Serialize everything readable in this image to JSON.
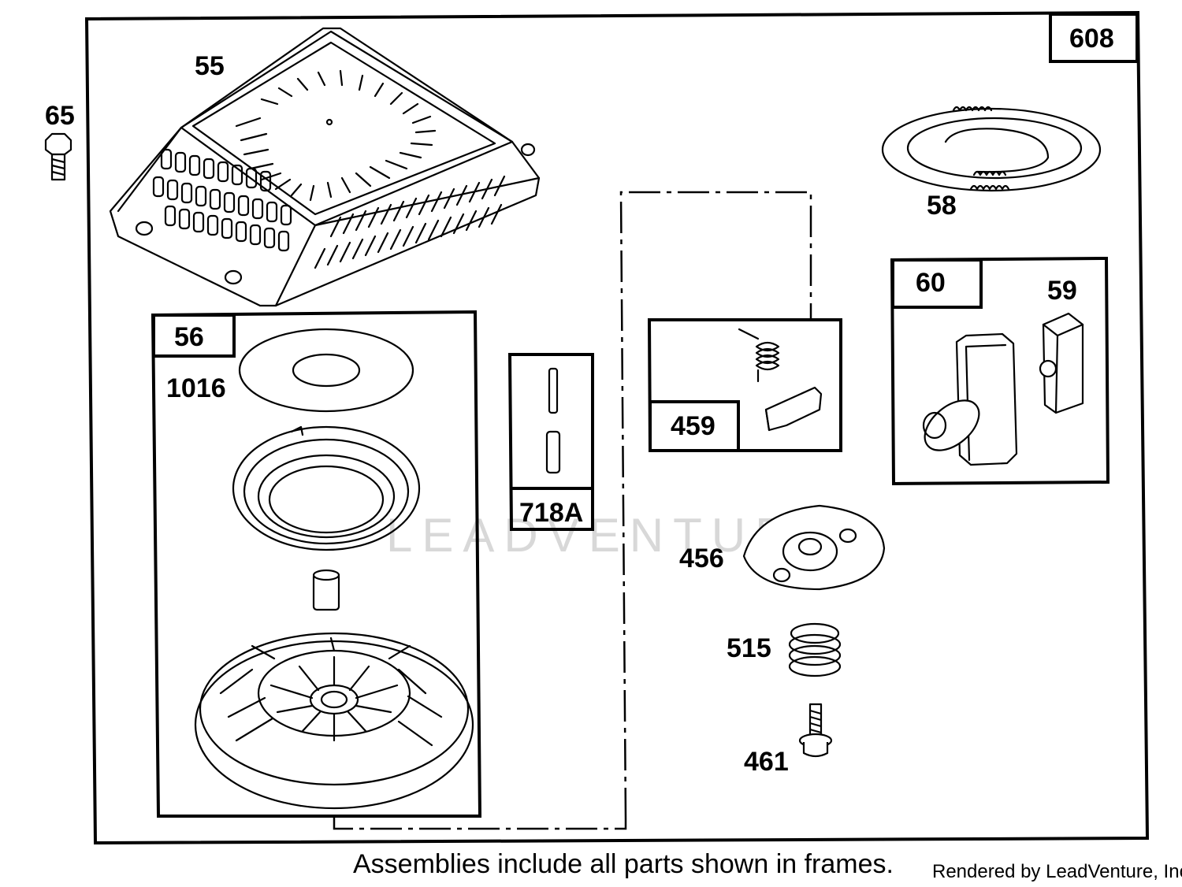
{
  "callouts": {
    "c608": "608",
    "c65": "65",
    "c55": "55",
    "c58": "58",
    "c56": "56",
    "c1016": "1016",
    "c718a": "718A",
    "c459": "459",
    "c60": "60",
    "c59": "59",
    "c456": "456",
    "c515": "515",
    "c461": "461"
  },
  "footer": {
    "note": "Assemblies include all parts shown in frames.",
    "credit": "Rendered by LeadVenture, Inc."
  },
  "watermark": "LEADVENTURE"
}
